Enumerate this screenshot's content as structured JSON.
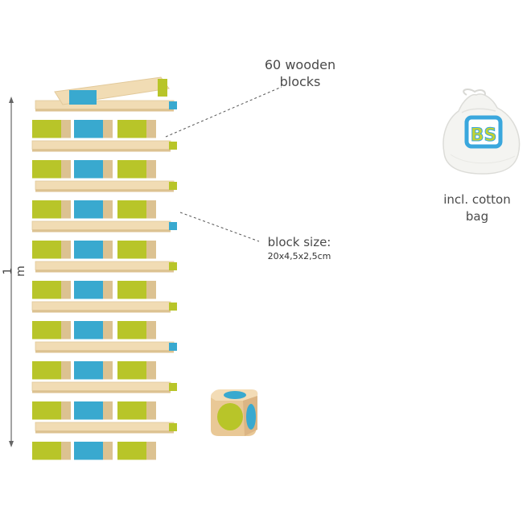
{
  "labels": {
    "blocks_line1": "60 wooden",
    "blocks_line2": "blocks",
    "size_line1": "block size:",
    "size_line2": "20x4,5x2,5cm",
    "bag_line1": "incl. cotton",
    "bag_line2": "bag",
    "height": "1 m"
  },
  "bag_logo": "BS",
  "colors": {
    "wood": "#f1dcb4",
    "wood_side": "#dcc291",
    "blue": "#39a9cf",
    "lime": "#b8c529",
    "bag": "#f2f2ef",
    "logo_blue": "#3aa7dd",
    "logo_lime": "#c5d32f"
  }
}
